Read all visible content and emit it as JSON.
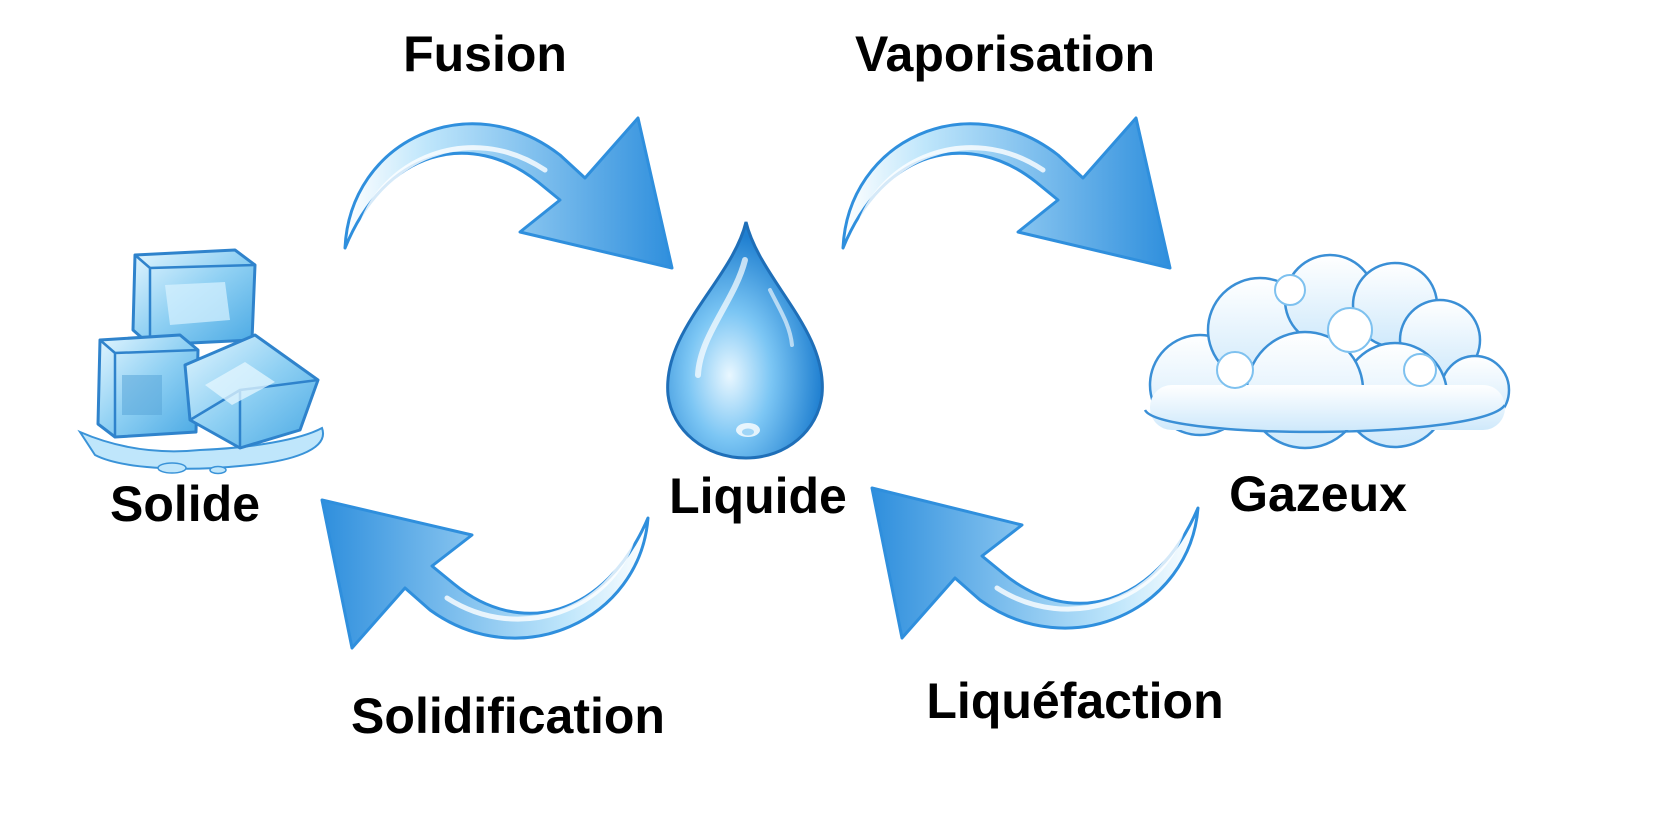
{
  "states": {
    "solid": "Solide",
    "liquid": "Liquide",
    "gas": "Gazeux"
  },
  "transitions": {
    "melting": "Fusion",
    "vaporization": "Vaporisation",
    "solidification": "Solidification",
    "liquefaction": "Liquéfaction"
  },
  "colors": {
    "arrow_light": "#cfeefd",
    "arrow_mid": "#6cc2f2",
    "arrow_dark": "#2f8fdd",
    "ice": "#8fd0f3",
    "water": "#3f9fe6",
    "cloud": "#e6f4fd"
  },
  "icons": {
    "solid": "ice-cubes-icon",
    "liquid": "water-drop-icon",
    "gas": "cloud-icon"
  }
}
